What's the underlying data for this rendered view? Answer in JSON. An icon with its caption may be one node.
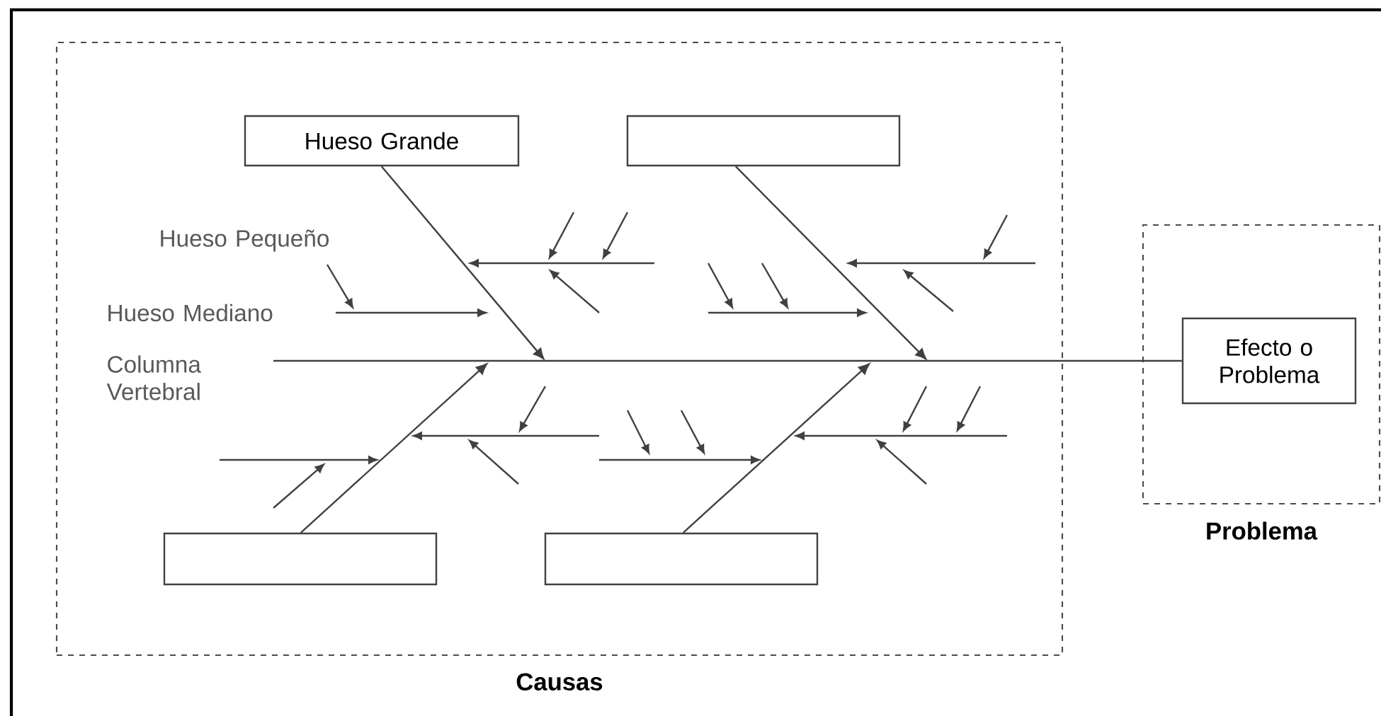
{
  "diagram": {
    "nodes": [
      {
        "text": [
          "Causas"
        ]
      },
      {
        "text": [
          "Problema"
        ]
      },
      {
        "text": [
          "Hueso Grande"
        ],
        "in": 0
      },
      {
        "text": [],
        "shape": "box",
        "in": 0
      },
      {
        "text": [],
        "shape": "box",
        "in": 0
      },
      {
        "text": [],
        "shape": "box",
        "in": 0
      },
      {
        "text": [
          "Efecto o Problema"
        ],
        "in": 1
      }
    ],
    "edges": [
      {
        "from": 2,
        "to": null,
        "arrow": "to"
      },
      {
        "from": 3,
        "to": null,
        "arrow": "to"
      },
      {
        "from": 4,
        "to": null,
        "arrow": "to"
      },
      {
        "from": 5,
        "to": null,
        "arrow": "to"
      },
      {
        "from": null,
        "to": 6,
        "arrow": "none"
      }
    ],
    "labels": [
      "Hueso Pequeño",
      "Hueso Mediano",
      "Columna Vertebral"
    ]
  }
}
